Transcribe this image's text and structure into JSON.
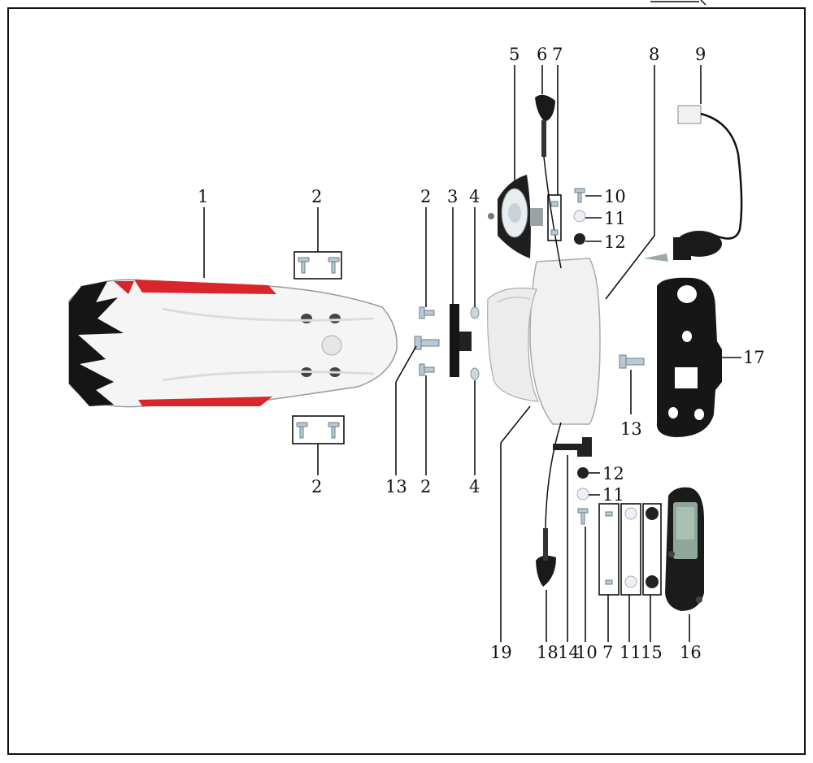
{
  "diagram": {
    "callouts": {
      "c1": "1",
      "c2a": "2",
      "c2b": "2",
      "c2c": "2",
      "c2d": "2",
      "c3": "3",
      "c4a": "4",
      "c4b": "4",
      "c5": "5",
      "c6": "6",
      "c7a": "7",
      "c7b": "7",
      "c8": "8",
      "c9": "9",
      "c10a": "10",
      "c10b": "10",
      "c11a": "11",
      "c11b": "11",
      "c11c": "11",
      "c12a": "12",
      "c12b": "12",
      "c13a": "13",
      "c13b": "13",
      "c14": "14",
      "c15": "15",
      "c16": "16",
      "c17": "17",
      "c18": "18",
      "c19": "19"
    }
  }
}
